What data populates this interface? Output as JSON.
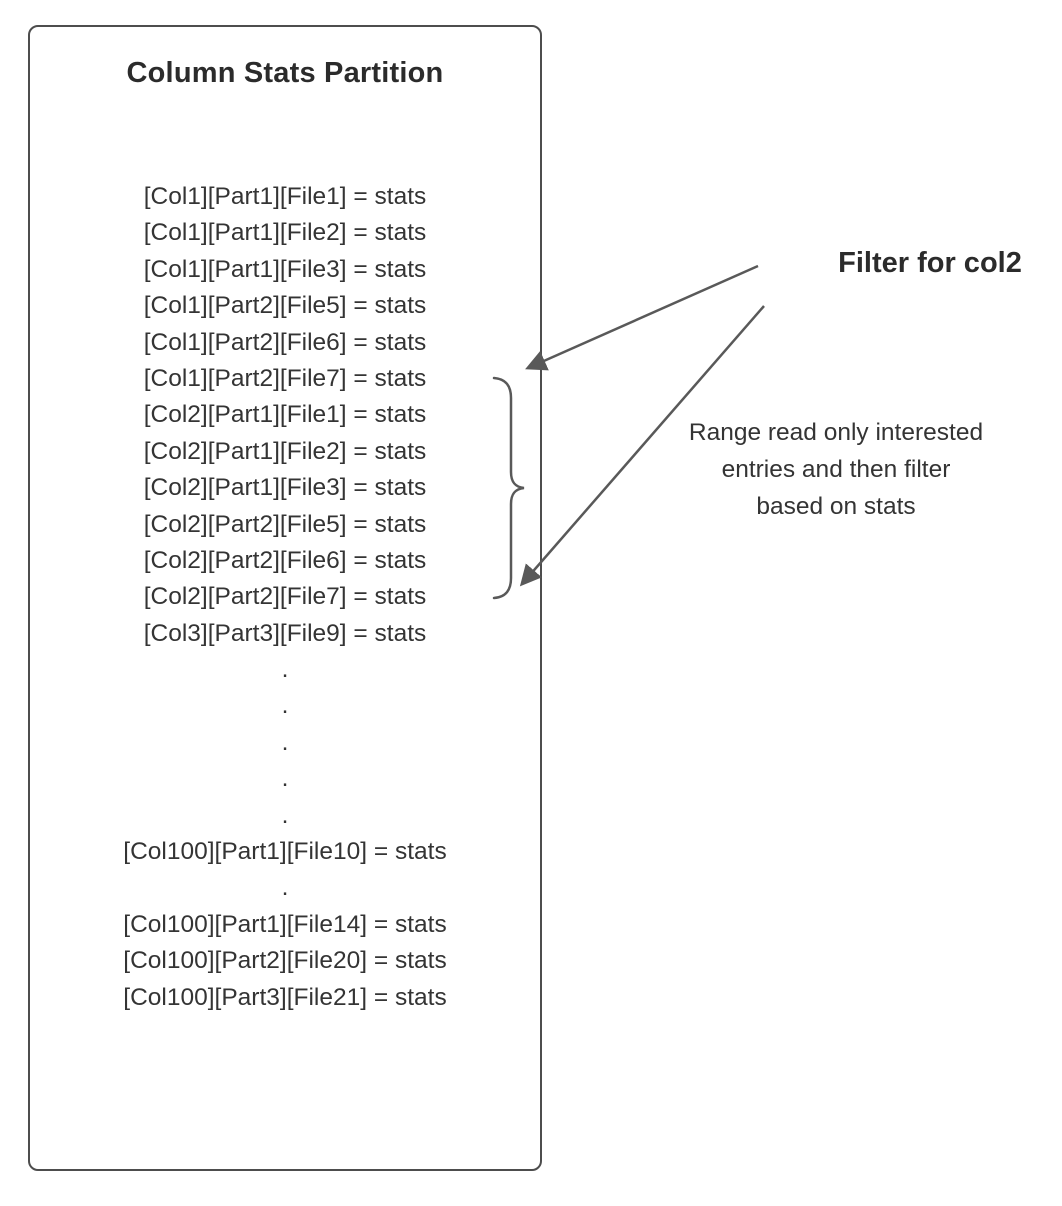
{
  "diagram": {
    "title": "Column Stats Partition",
    "rows": [
      "[Col1][Part1][File1] = stats",
      "[Col1][Part1][File2] = stats",
      "[Col1][Part1][File3] = stats",
      "[Col1][Part2][File5] = stats",
      "[Col1][Part2][File6] = stats",
      "[Col1][Part2][File7] = stats",
      "[Col2][Part1][File1] = stats",
      "[Col2][Part1][File2] = stats",
      "[Col2][Part1][File3] = stats",
      "[Col2][Part2][File5] = stats",
      "[Col2][Part2][File6] = stats",
      "[Col2][Part2][File7] = stats",
      "[Col3][Part3][File9] = stats",
      ".",
      ".",
      ".",
      ".",
      ".",
      "[Col100][Part1][File10] = stats",
      ".",
      "[Col100][Part1][File14] = stats",
      "[Col100][Part2][File20] = stats",
      "[Col100][Part3][File21] = stats"
    ],
    "annotations": {
      "filter_label": "Filter for col2",
      "range_note": "Range read only interested entries and then filter based on stats"
    },
    "colors": {
      "line": "#595959",
      "border": "#4d4d4d",
      "text": "#343434"
    }
  }
}
